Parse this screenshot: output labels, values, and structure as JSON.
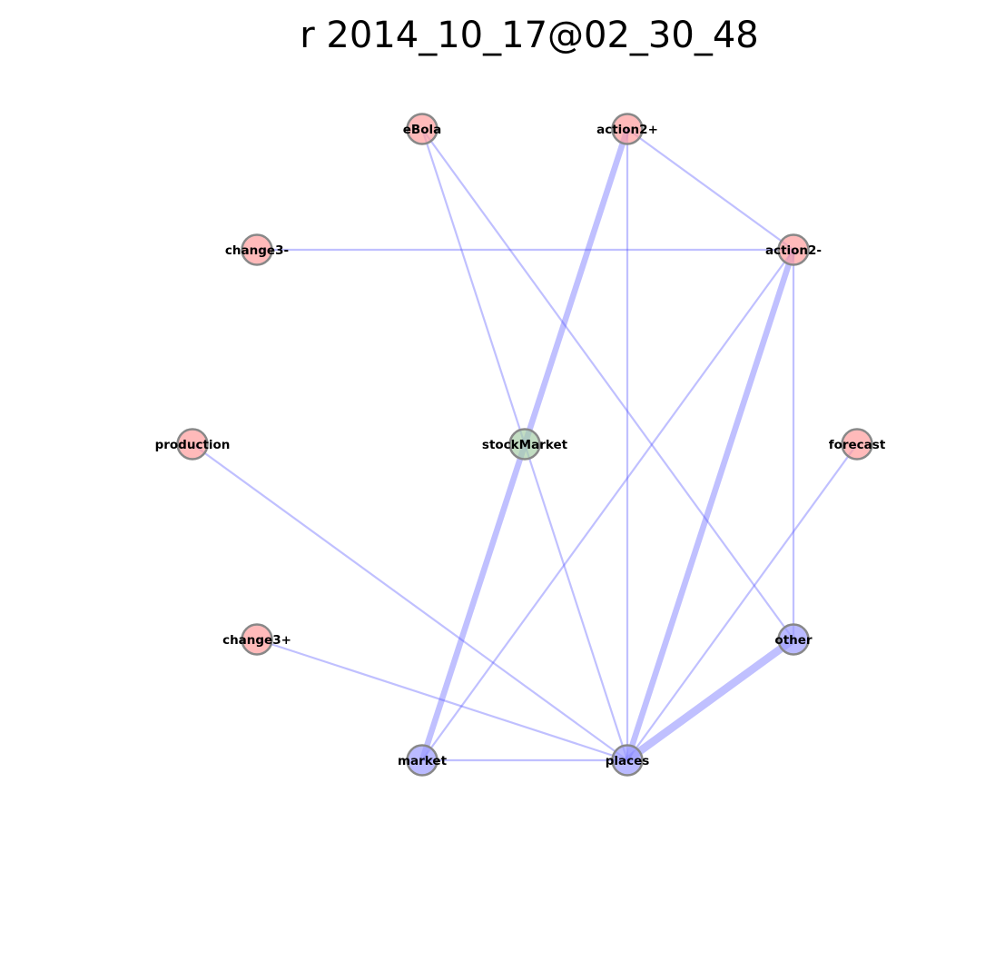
{
  "title": "r 2014_10_17@02_30_48",
  "colors": {
    "node_red": "#ff9c9c",
    "node_blue": "#9d9dff",
    "node_green": "#a8cfa8",
    "edge": "#4a4aff",
    "node_stroke": "#888888"
  },
  "nodes": [
    {
      "id": "eBola",
      "label": "eBola",
      "group": "red"
    },
    {
      "id": "action2+",
      "label": "action2+",
      "group": "red"
    },
    {
      "id": "change3-",
      "label": "change3-",
      "group": "red"
    },
    {
      "id": "action2-",
      "label": "action2-",
      "group": "red"
    },
    {
      "id": "production",
      "label": "production",
      "group": "red"
    },
    {
      "id": "stockMarket",
      "label": "stockMarket",
      "group": "green"
    },
    {
      "id": "forecast",
      "label": "forecast",
      "group": "red"
    },
    {
      "id": "change3+",
      "label": "change3+",
      "group": "red"
    },
    {
      "id": "other",
      "label": "other",
      "group": "blue"
    },
    {
      "id": "market",
      "label": "market",
      "group": "blue"
    },
    {
      "id": "places",
      "label": "places",
      "group": "blue"
    }
  ],
  "edges": [
    {
      "source": "eBola",
      "target": "stockMarket",
      "weight": 1
    },
    {
      "source": "eBola",
      "target": "other",
      "weight": 1
    },
    {
      "source": "action2+",
      "target": "market",
      "weight": 3
    },
    {
      "source": "action2+",
      "target": "places",
      "weight": 1
    },
    {
      "source": "action2+",
      "target": "action2-",
      "weight": 1
    },
    {
      "source": "change3-",
      "target": "action2-",
      "weight": 1
    },
    {
      "source": "action2-",
      "target": "market",
      "weight": 1
    },
    {
      "source": "action2-",
      "target": "places",
      "weight": 3
    },
    {
      "source": "action2-",
      "target": "other",
      "weight": 1
    },
    {
      "source": "production",
      "target": "places",
      "weight": 1
    },
    {
      "source": "stockMarket",
      "target": "places",
      "weight": 1
    },
    {
      "source": "forecast",
      "target": "places",
      "weight": 1
    },
    {
      "source": "change3+",
      "target": "places",
      "weight": 1
    },
    {
      "source": "other",
      "target": "places",
      "weight": 4
    },
    {
      "source": "market",
      "target": "places",
      "weight": 1
    }
  ]
}
